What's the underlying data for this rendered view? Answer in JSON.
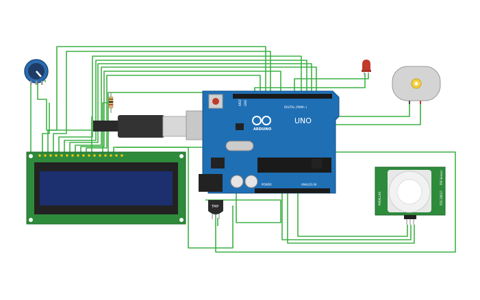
{
  "canvas": {
    "background": "#ffffff"
  },
  "colors": {
    "wire": "#3cb043",
    "arduino_board": "#1f6fb5",
    "lcd_board": "#2e8b3c",
    "lcd_screen": "#1c2f6e",
    "led": "#c0392b",
    "pot": "#2b6cb0"
  },
  "arduino": {
    "brand": "ARDUINO",
    "model": "UNO",
    "digital_label": "DIGITAL (PWM~)",
    "power_label": "POWER",
    "analog_label": "ANALOG IN",
    "aref_label": "AREF",
    "gnd_label": "GND"
  },
  "temp_sensor": {
    "label": "TMP"
  },
  "pir_sensor": {
    "side_left": "PARALLAX",
    "side_right": "555-28027",
    "top_label": "PIR Sensor"
  },
  "components": [
    "potentiometer-icon",
    "resistor-icon",
    "usb-cable-icon",
    "led-icon",
    "dc-motor-icon",
    "lcd-16x2",
    "arduino-uno",
    "tmp-sensor",
    "pir-sensor"
  ]
}
